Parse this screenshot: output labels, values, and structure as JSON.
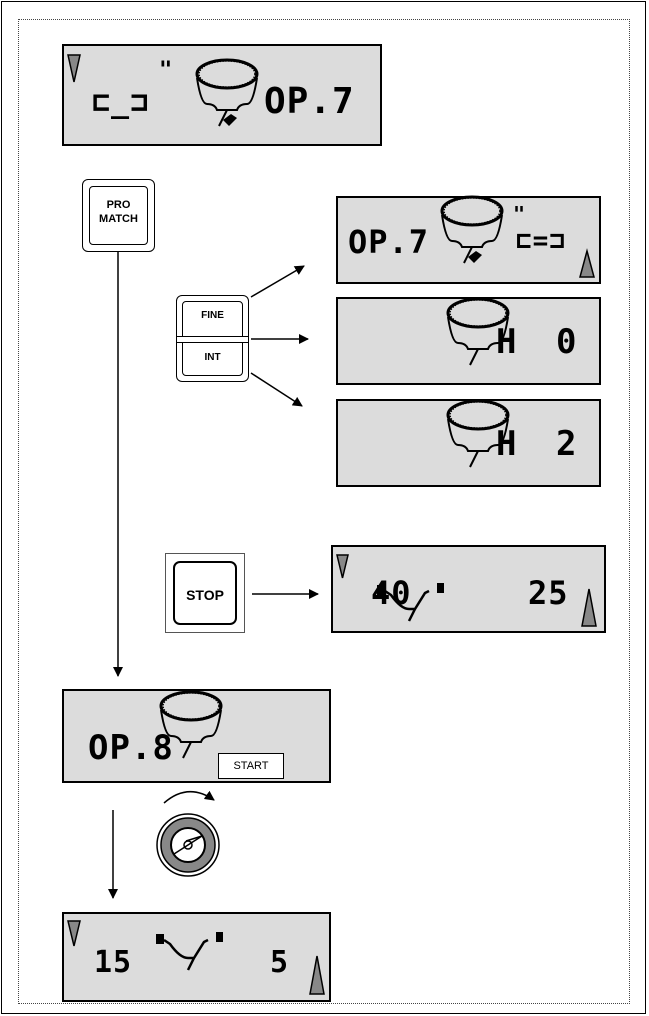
{
  "keys": {
    "pro_match_line1": "PRO",
    "pro_match_line2": "MATCH",
    "fine_label": "FINE",
    "int_label": "INT",
    "stop_label": "STOP"
  },
  "displays": {
    "d1": {
      "left": "⊏_⊐",
      "inch_mark": "\"",
      "right": "OP.7"
    },
    "d2": {
      "left": "OP.7",
      "inch_mark": "\"",
      "right": "⊏=⊐"
    },
    "d3": {
      "letter": "H",
      "value": "0"
    },
    "d4": {
      "letter": "H",
      "value": "2"
    },
    "d5": {
      "left": "40",
      "right": "25"
    },
    "d6": {
      "left": "OP.8",
      "start_label": "START"
    },
    "d7": {
      "left": "15",
      "right": "5"
    }
  },
  "colors": {
    "lcd_bg": "#dcdcdc",
    "arrow_fill": "#888888"
  }
}
